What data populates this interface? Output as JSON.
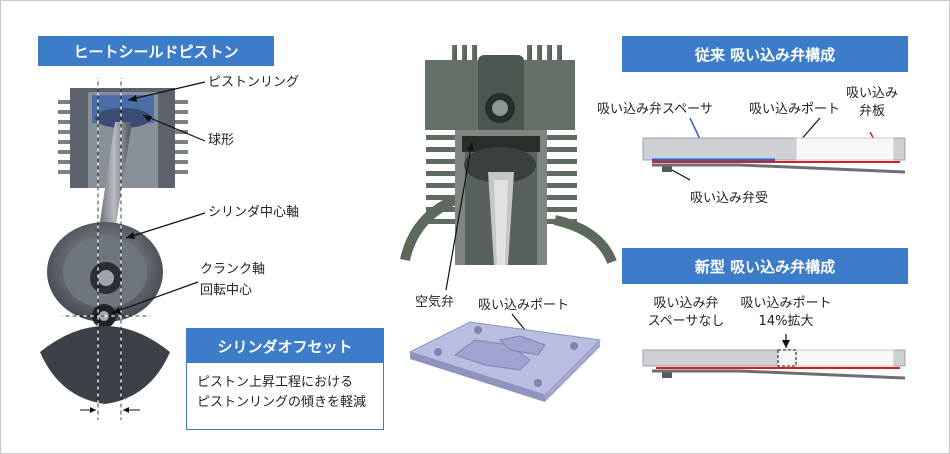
{
  "left_section": {
    "title": "ヒートシールドピストン",
    "labels": {
      "piston_ring": "ピストンリング",
      "spherical": "球形",
      "cylinder_axis": "シリンダ中心軸",
      "crank_line1": "クランク軸",
      "crank_line2": "回転中心"
    },
    "offset_box": {
      "title": "シリンダオフセット",
      "desc_line1": "ピストン上昇工程における",
      "desc_line2": "ピストンリングの傾きを軽減"
    }
  },
  "middle_section": {
    "labels": {
      "air_valve": "空気弁",
      "intake_port": "吸い込みポート"
    }
  },
  "right_section": {
    "conventional": {
      "title": "従来 吸い込み弁構成",
      "spacer": "吸い込み弁スペーサ",
      "port": "吸い込みポート",
      "plate_line1": "吸い込み",
      "plate_line2": "弁板",
      "seat": "吸い込み弁受"
    },
    "new": {
      "title": "新型 吸い込み弁構成",
      "no_spacer_line1": "吸い込み弁",
      "no_spacer_line2": "スペーサなし",
      "port_line1": "吸い込みポート",
      "port_line2": "14%拡大"
    }
  },
  "colors": {
    "header_blue": "#3d7cc9",
    "valve_red": "#d42020",
    "spacer_blue": "#2f5fc7"
  }
}
